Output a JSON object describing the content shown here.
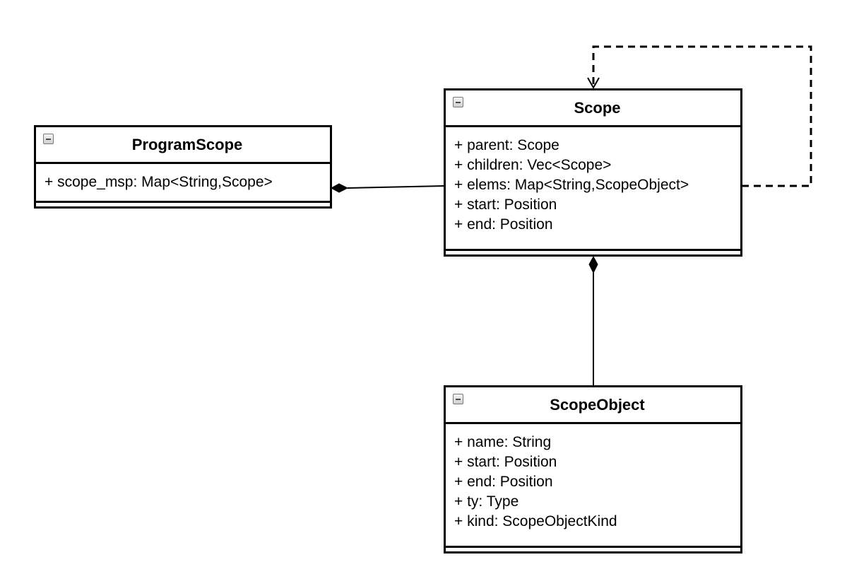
{
  "classes": {
    "program_scope": {
      "name": "ProgramScope",
      "attributes": [
        "+ scope_msp: Map<String,Scope>"
      ]
    },
    "scope": {
      "name": "Scope",
      "attributes": [
        "+ parent: Scope",
        "+ children: Vec<Scope>",
        "+ elems: Map<String,ScopeObject>",
        "+ start: Position",
        "+ end: Position"
      ]
    },
    "scope_object": {
      "name": "ScopeObject",
      "attributes": [
        "+ name: String",
        "+ start: Position",
        "+ end: Position",
        "+ ty: Type",
        "+ kind: ScopeObjectKind"
      ]
    }
  },
  "relations": [
    {
      "from": "Scope",
      "to": "ProgramScope",
      "kind": "composition"
    },
    {
      "from": "ScopeObject",
      "to": "Scope",
      "kind": "composition"
    },
    {
      "from": "Scope",
      "to": "Scope",
      "kind": "dependency"
    }
  ]
}
